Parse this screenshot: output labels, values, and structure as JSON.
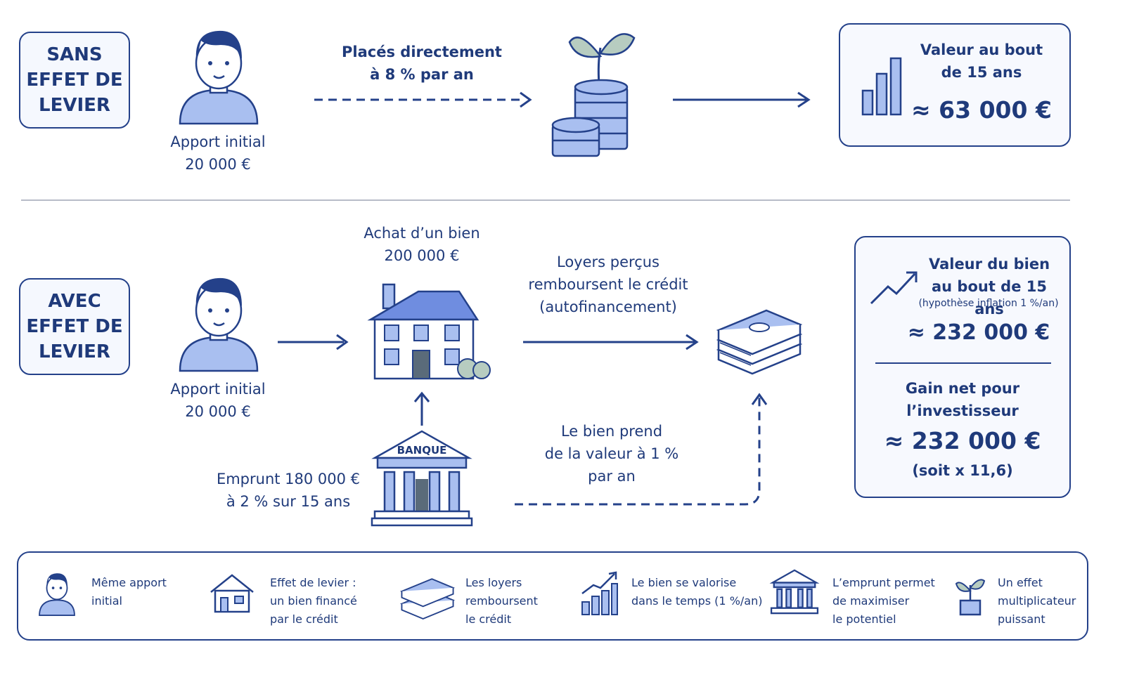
{
  "top": {
    "label_lines": [
      "SANS",
      "EFFET DE",
      "LEVIER"
    ],
    "apport": [
      "Apport initial",
      "20 000 €"
    ],
    "placement": [
      "Placés directement",
      "à 8 % par an"
    ],
    "result_title": [
      "Valeur au bout",
      "de 15 ans"
    ],
    "result_value": "≈ 63 000 €"
  },
  "bottom": {
    "label_lines": [
      "AVEC",
      "EFFET DE",
      "LEVIER"
    ],
    "apport": [
      "Apport initial",
      "20 000 €"
    ],
    "achat": [
      "Achat d’un bien",
      "200 000 €"
    ],
    "loyers": [
      "Loyers perçus",
      "remboursent le crédit",
      "(autofinancement)"
    ],
    "bank_label": "BANQUE",
    "emprunt": [
      "Emprunt 180 000 €",
      "à 2 % sur 15 ans"
    ],
    "valeur_prise": [
      "Le bien prend",
      "de la valeur à 1 %",
      "par an"
    ],
    "result_title": [
      "Valeur du bien",
      "au bout de 15 ans"
    ],
    "result_note": "(hypothèse inflation 1 %/an)",
    "result_value": "≈ 232 000 €",
    "gain_title": [
      "Gain net pour",
      "l’investisseur"
    ],
    "gain_value": "≈ 232 000 €",
    "gain_ratio": "(soit x 11,6)"
  },
  "legend": [
    {
      "icon": "person-icon",
      "lines": [
        "Même apport",
        "initial"
      ]
    },
    {
      "icon": "house-icon",
      "lines": [
        "Effet de levier :",
        "un bien financé",
        "par le crédit"
      ]
    },
    {
      "icon": "money-stack-icon",
      "lines": [
        "Les loyers",
        "remboursent",
        "le crédit"
      ]
    },
    {
      "icon": "growth-chart-icon",
      "lines": [
        "Le bien se valorise",
        "dans le temps (1 %/an)"
      ]
    },
    {
      "icon": "bank-icon",
      "lines": [
        "L’emprunt permet",
        "de maximiser",
        "le potentiel"
      ]
    },
    {
      "icon": "plant-icon",
      "lines": [
        "Un effet",
        "multiplicateur",
        "puissant"
      ]
    }
  ],
  "colors": {
    "navy": "#24418a",
    "light_blue": "#a9bff0",
    "pale": "#f5f8fe"
  }
}
